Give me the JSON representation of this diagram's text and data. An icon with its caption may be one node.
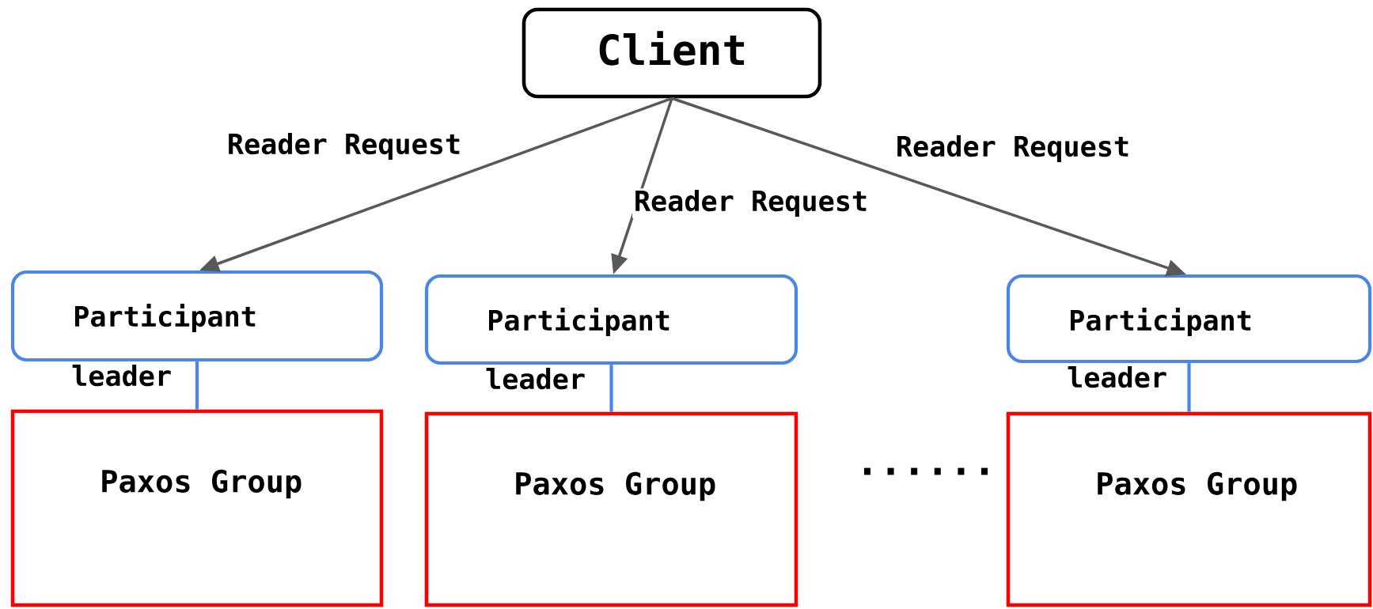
{
  "diagram": {
    "nodes": [
      {
        "text": [
          "Client"
        ]
      },
      {
        "text": [
          "Participant",
          "leader"
        ]
      },
      {
        "text": [
          "Participant",
          "leader"
        ]
      },
      {
        "text": [
          "Participant",
          "leader"
        ]
      },
      {
        "text": [
          "Paxos Group"
        ]
      },
      {
        "text": [
          "Paxos Group"
        ]
      },
      {
        "text": [
          "Paxos Group"
        ]
      }
    ],
    "edges": [
      {
        "from": 0,
        "to": 1,
        "arrow": "to",
        "label": "Reader Request"
      },
      {
        "from": 0,
        "to": 2,
        "arrow": "to",
        "label": "Reader Request"
      },
      {
        "from": 0,
        "to": 3,
        "arrow": "to",
        "label": "Reader Request"
      },
      {
        "from": 1,
        "to": 4,
        "arrow": "none",
        "color": "#4a86e8"
      },
      {
        "from": 2,
        "to": 5,
        "arrow": "none",
        "color": "#4a86e8"
      },
      {
        "from": 3,
        "to": 6,
        "arrow": "none",
        "color": "#4a86e8"
      }
    ],
    "labels": [
      "......"
    ]
  }
}
